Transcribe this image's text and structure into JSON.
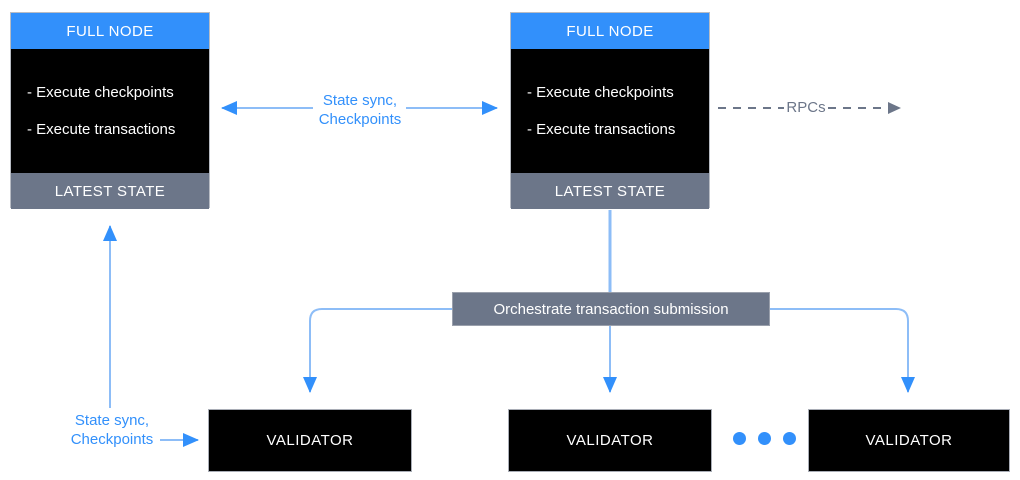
{
  "diagram": {
    "title": "Full node and validator network topology",
    "colors": {
      "blue": "#3290fb",
      "slate": "#6c7689",
      "black": "#000000",
      "light_blue_line": "#8dbdf7",
      "white": "#ffffff"
    }
  },
  "full_nodes": [
    {
      "header": "FULL NODE",
      "bullets": [
        "- Execute checkpoints",
        "- Execute transactions"
      ],
      "footer": "LATEST STATE"
    },
    {
      "header": "FULL NODE",
      "bullets": [
        "- Execute checkpoints",
        "- Execute transactions"
      ],
      "footer": "LATEST STATE"
    }
  ],
  "labels": {
    "state_sync_top": "State sync,\nCheckpoints",
    "state_sync_bottom": "State sync,\nCheckpoints",
    "rpcs": "RPCs",
    "orchestrate": "Orchestrate transaction submission"
  },
  "validators": [
    {
      "label": "VALIDATOR"
    },
    {
      "label": "VALIDATOR"
    },
    {
      "label": "VALIDATOR"
    }
  ],
  "ellipsis_dots": 3
}
